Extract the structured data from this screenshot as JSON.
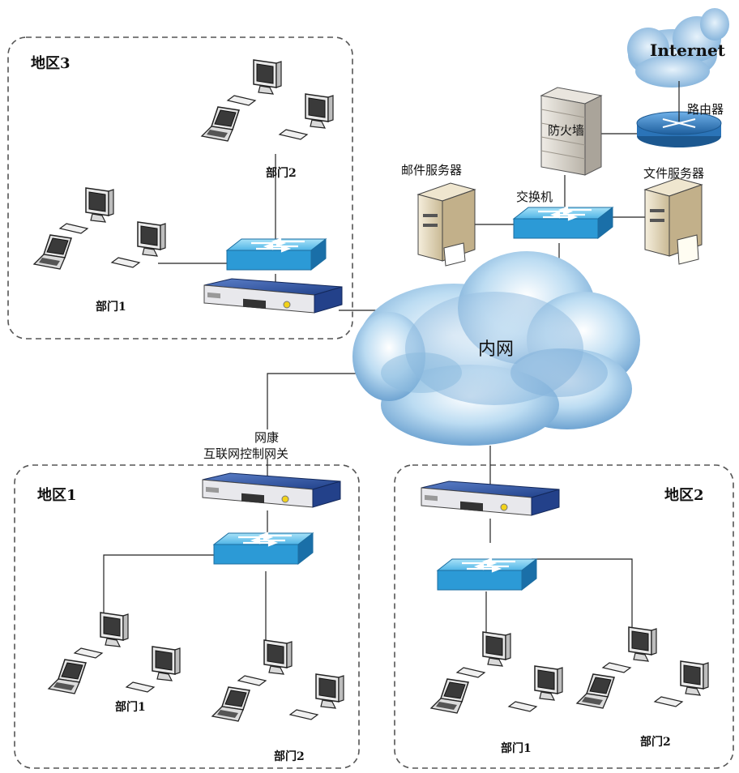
{
  "regions": {
    "region3": "地区3",
    "region1": "地区1",
    "region2": "地区2"
  },
  "departments": {
    "r3_dept1": "部门1",
    "r3_dept2": "部门2",
    "r1_dept1": "部门1",
    "r1_dept2": "部门2",
    "r2_dept1": "部门1",
    "r2_dept2": "部门2"
  },
  "devices": {
    "internet": "Internet",
    "router": "路由器",
    "firewall": "防火墙",
    "mail_server": "邮件服务器",
    "switch": "交换机",
    "file_server": "文件服务器",
    "intranet": "内网",
    "gateway_line1": "网康",
    "gateway_line2": "互联网控制网关"
  },
  "colors": {
    "switch_top": "#7fd0f0",
    "switch_side": "#1f8fd0",
    "gateway_body": "#2a4f9c",
    "cloud": "#9cc8e8",
    "internet_cloud": "#8ab8e0",
    "firewall": "#d8d4cc",
    "router": "#3a82c8"
  }
}
